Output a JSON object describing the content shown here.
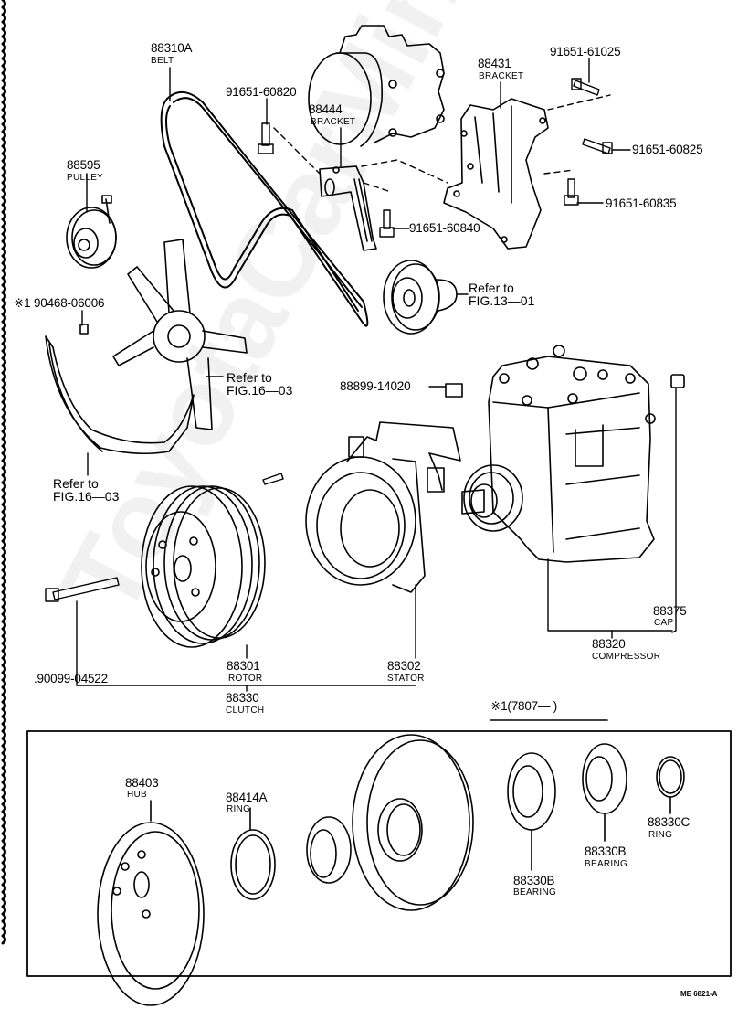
{
  "diagram": {
    "watermark": "ToyotaCarMine.ru",
    "drawing_code": "ME 6821-A",
    "callouts": {
      "belt": {
        "part": "88310A",
        "name": "BELT"
      },
      "bolt_60820": {
        "part": "91651-60820"
      },
      "bracket_88444": {
        "part": "88444",
        "name": "BRACKET"
      },
      "bracket_88431": {
        "part": "88431",
        "name": "BRACKET"
      },
      "bolt_61025": {
        "part": "91651-61025"
      },
      "bolt_60825": {
        "part": "91651-60825"
      },
      "bolt_60835": {
        "part": "91651-60835"
      },
      "bolt_60840": {
        "part": "91651-60840"
      },
      "pulley": {
        "part": "88595",
        "name": "PULLEY"
      },
      "note_part": {
        "part": "※1 90468-06006"
      },
      "refer_13": {
        "line1": "Refer  to",
        "line2": "FIG.13—01"
      },
      "refer_16a": {
        "line1": "Refer  to",
        "line2": "FIG.16—03"
      },
      "refer_16b": {
        "line1": "Refer  to",
        "line2": "FIG.16—03"
      },
      "switch": {
        "part": "88899-14020"
      },
      "cap": {
        "part": "88375",
        "name": "CAP"
      },
      "compressor": {
        "part": "88320",
        "name": "COMPRESSOR"
      },
      "bolt_04522": {
        "part": ".90099-04522"
      },
      "rotor": {
        "part": "88301",
        "name": "ROTOR"
      },
      "stator": {
        "part": "88302",
        "name": "STATOR"
      },
      "clutch": {
        "part": "88330",
        "name": "CLUTCH"
      },
      "hub": {
        "part": "88403",
        "name": "HUB"
      },
      "ring_a": {
        "part": "88414A",
        "name": "RING"
      },
      "bearing_1": {
        "part": "88330B",
        "name": "BEARING"
      },
      "bearing_2": {
        "part": "88330B",
        "name": "BEARING"
      },
      "ring_c": {
        "part": "88330C",
        "name": "RING"
      }
    },
    "inset_note": "※1(7807—      )"
  }
}
